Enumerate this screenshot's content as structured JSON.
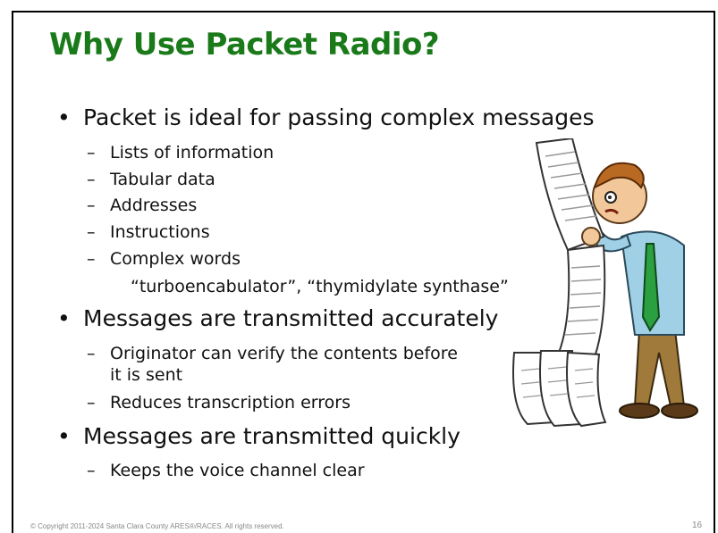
{
  "slide": {
    "title": "Why Use Packet Radio?",
    "bullets": [
      {
        "text": "Packet is ideal for passing complex messages",
        "subs": [
          "Lists of information",
          "Tabular data",
          "Addresses",
          "Instructions",
          "Complex words"
        ],
        "extra": "“turboencabulator”, “thymidylate synthase”"
      },
      {
        "text": "Messages are transmitted accurately",
        "subs": [
          "Originator can verify the contents before",
          "Reduces transcription errors"
        ],
        "sub_continuation": "it is sent"
      },
      {
        "text": "Messages are transmitted quickly",
        "subs": [
          "Keeps the voice channel clear"
        ]
      }
    ],
    "footer": "© Copyright 2011-2024 Santa Clara County ARES®/RACES. All rights reserved.",
    "page_number": "16",
    "colors": {
      "title": "#1a7a1a",
      "text": "#111111",
      "footer": "#888888"
    },
    "illustration": "man-reading-long-scroll-icon"
  }
}
